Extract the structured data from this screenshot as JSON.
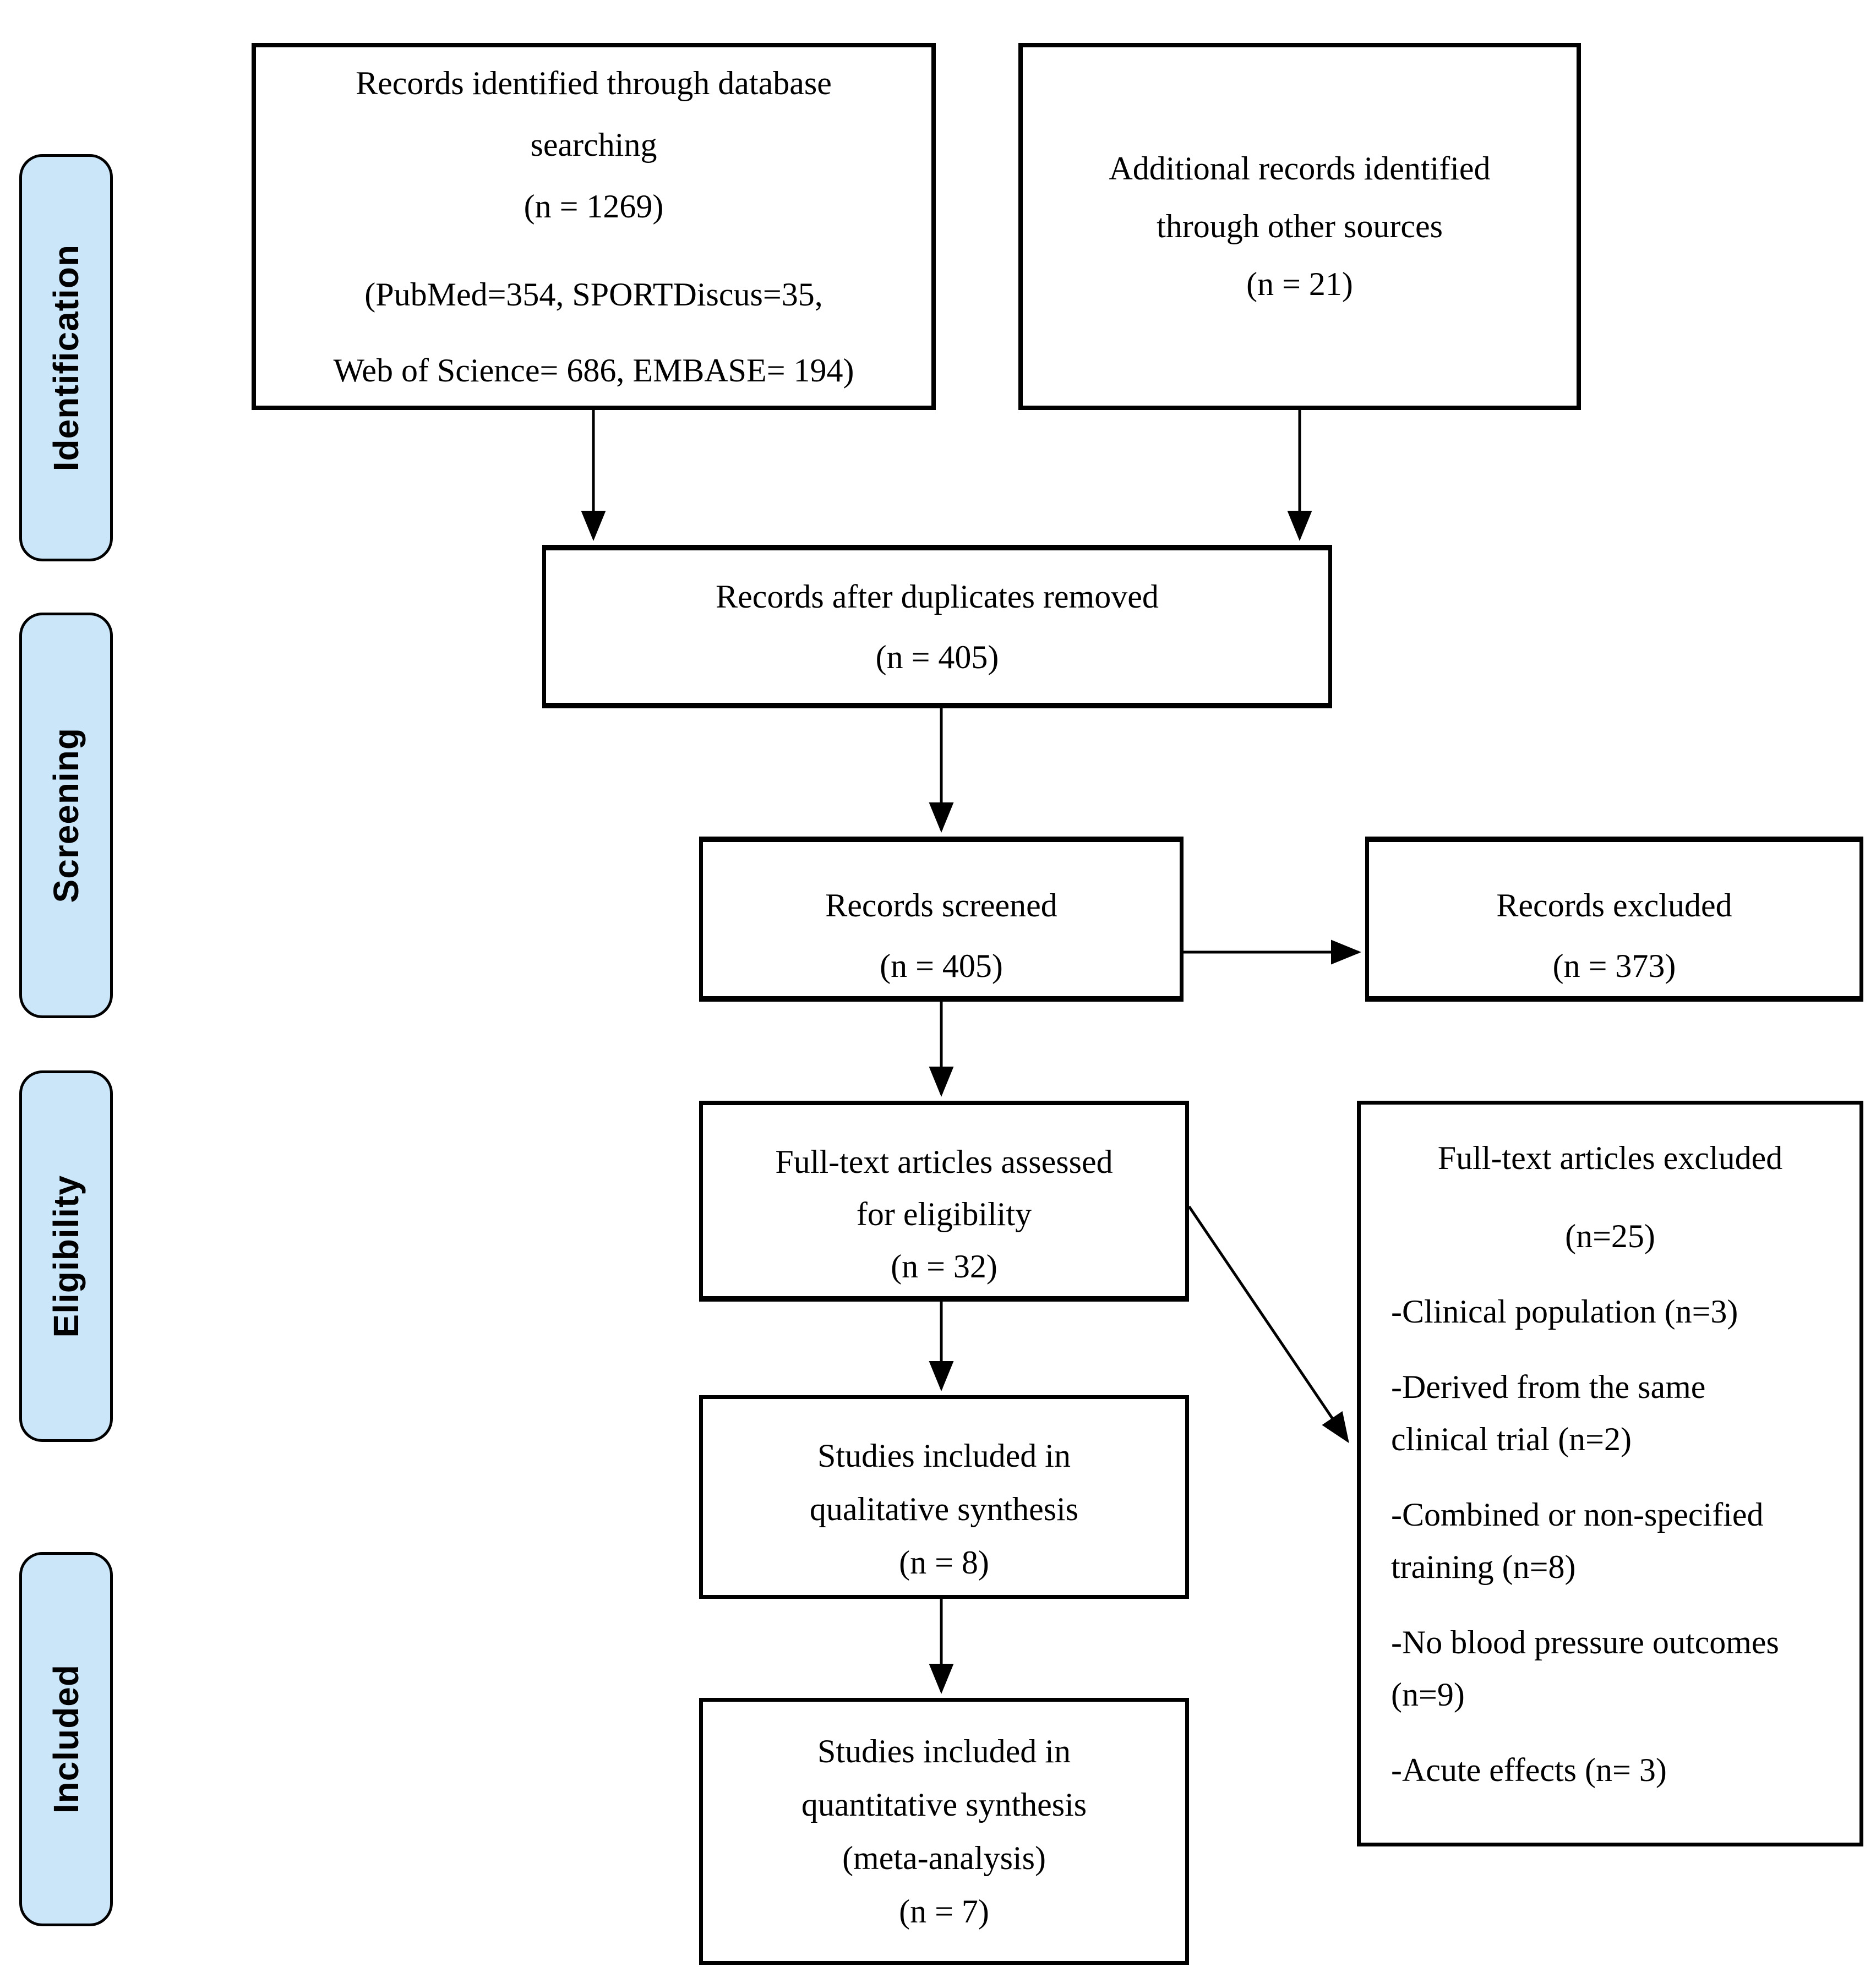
{
  "stages": {
    "identification": "Identification",
    "screening": "Screening",
    "eligibility": "Eligibility",
    "included": "Included"
  },
  "boxes": {
    "identified": {
      "lines": [
        "Records identified through database",
        "searching",
        "(n = 1269)",
        "(PubMed=354, SPORTDiscus=35,",
        "Web of Science= 686, EMBASE= 194)"
      ]
    },
    "additional": {
      "lines": [
        "Additional records identified",
        "through other sources",
        "(n = 21)"
      ]
    },
    "duplicates_removed": {
      "lines": [
        "Records after duplicates removed",
        "(n = 405)"
      ]
    },
    "screened": {
      "lines": [
        "Records screened",
        "(n = 405)"
      ]
    },
    "records_excluded": {
      "lines": [
        "Records excluded",
        "(n = 373)"
      ]
    },
    "fulltext_assessed": {
      "lines": [
        "Full-text articles assessed",
        "for eligibility",
        "(n = 32)"
      ]
    },
    "fulltext_excluded": {
      "title": "Full-text articles excluded",
      "count": "(n=25)",
      "reasons": [
        "-Clinical population (n=3)",
        "-Derived from the same clinical trial (n=2)",
        "-Combined or non-specified training (n=8)",
        "-No blood pressure outcomes (n=9)",
        "-Acute effects (n= 3)"
      ]
    },
    "qualitative": {
      "lines": [
        "Studies included in",
        "qualitative synthesis",
        "(n = 8)"
      ]
    },
    "quantitative": {
      "lines": [
        "Studies included in",
        "quantitative synthesis",
        "(meta-analysis)",
        "(n = 7)"
      ]
    }
  },
  "colors": {
    "stage_fill": "#cbe5f9",
    "line": "#000000",
    "box_fill": "#ffffff"
  }
}
